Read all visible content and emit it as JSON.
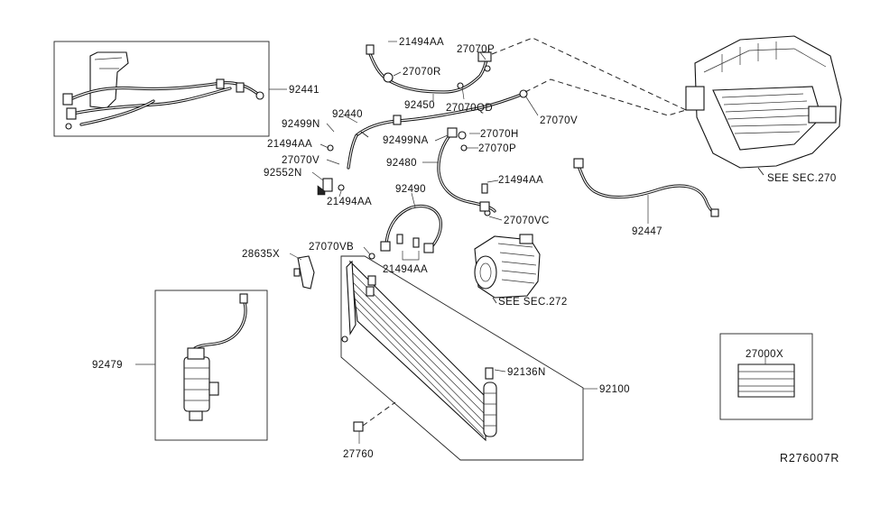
{
  "labels": {
    "p92441": "92441",
    "p21494AA_top": "21494AA",
    "p27070P_top": "27070P",
    "p27070R": "27070R",
    "p92450": "92450",
    "p27070QD": "27070QD",
    "p27070V_right": "27070V",
    "p92440": "92440",
    "p92499N": "92499N",
    "p21494AA_left": "21494AA",
    "p27070V_left": "27070V",
    "p92552N": "92552N",
    "p21494AA_left2": "21494AA",
    "p92499NA": "92499NA",
    "p27070H": "27070H",
    "p27070P_mid": "27070P",
    "p92480": "92480",
    "p21494AA_mid": "21494AA",
    "p92490": "92490",
    "p27070VC": "27070VC",
    "p27070VB": "27070VB",
    "p28635X": "28635X",
    "p21494AA_bot": "21494AA",
    "p92447": "92447",
    "see270": "SEE SEC.270",
    "see272": "SEE SEC.272",
    "p92479": "92479",
    "p92136N": "92136N",
    "p92100": "92100",
    "p27760": "27760",
    "p27000X": "27000X",
    "drawing_ref": "R276007R"
  }
}
